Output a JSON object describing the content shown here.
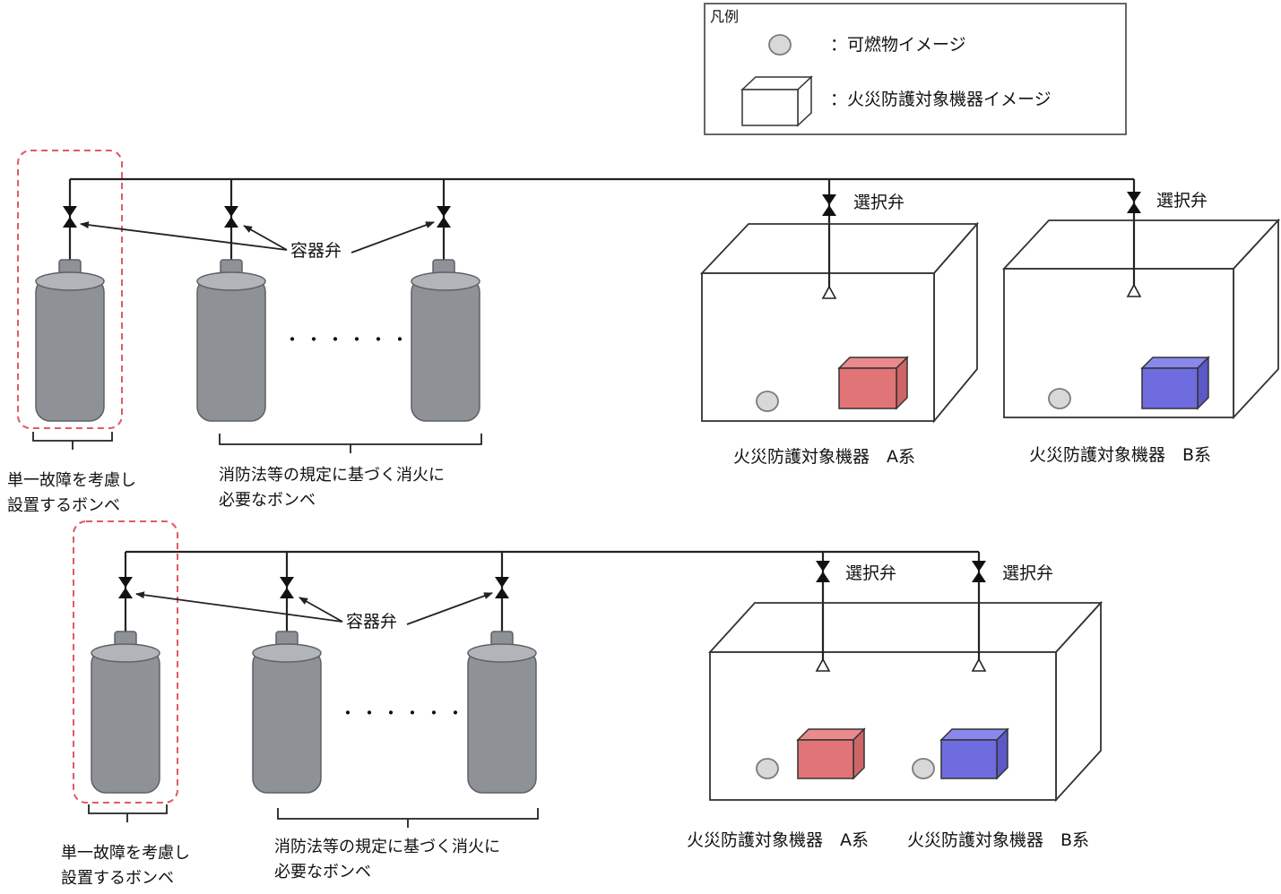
{
  "legend": {
    "title": "凡例",
    "combustible": "：可燃物イメージ",
    "equipment": "：火災防護対象機器イメージ"
  },
  "labels": {
    "selector_valve": "選択弁",
    "container_valve": "容器弁",
    "ellipsis": "・・・・・・",
    "redundant_line1": "単一故障を考慮し",
    "redundant_line2": "設置するボンベ",
    "required_line1": "消防法等の規定に基づく消火に",
    "required_line2": "必要なボンベ",
    "equipment_a": "火災防護対象機器　A系",
    "equipment_b": "火災防護対象機器　B系"
  },
  "colors": {
    "system_a": "#e07476",
    "system_b": "#6f6cdf",
    "redundancy_frame": "#e05a64",
    "cylinder": "#8e9196"
  }
}
